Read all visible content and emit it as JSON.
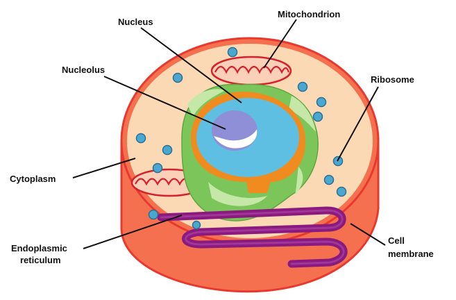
{
  "labels": {
    "nucleus": "Nucleus",
    "mitochondrion": "Mitochondrion",
    "nucleolus": "Nucleolus",
    "ribosome": "Ribosome",
    "cytoplasm": "Cytoplasm",
    "er_line1": "Endoplasmic",
    "er_line2": "reticulum",
    "membrane_line1": "Cell",
    "membrane_line2": "membrane"
  },
  "colors": {
    "membrane": "#e8392f",
    "membrane_side": "#f4704e",
    "cytoplasm": "#fcd9b5",
    "er_green": "#7cc55a",
    "er_green_light": "#c5e8a8",
    "nuclear_envelope": "#f08c1f",
    "nucleoplasm": "#5ebfe3",
    "nucleolus": "#8e8fd6",
    "ribosome": "#4aa7cf",
    "mito_fill": "#fbd0b8",
    "mito_stroke": "#d8202a",
    "rough_er": "#8a1a80",
    "leader": "#111111"
  }
}
